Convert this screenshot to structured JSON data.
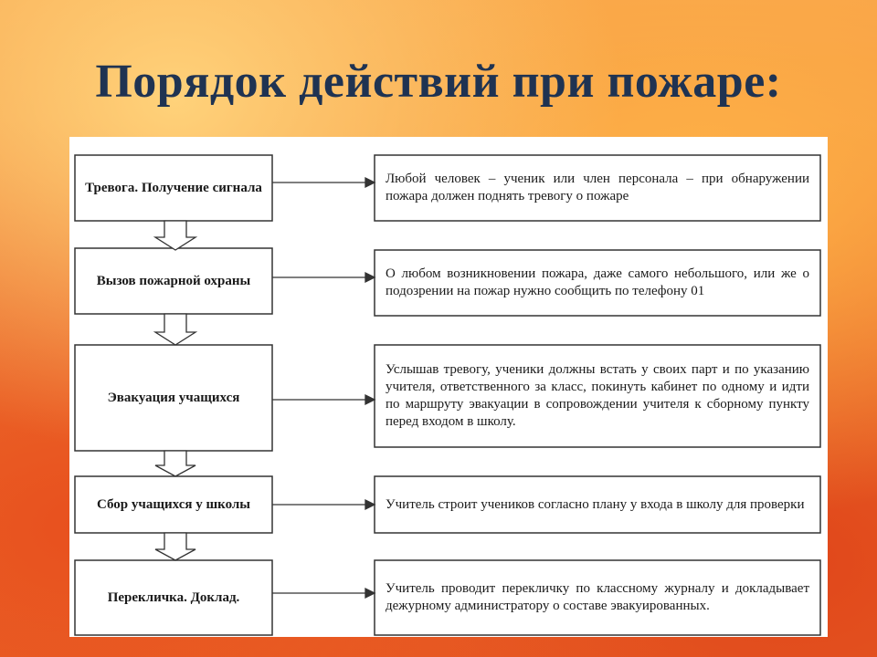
{
  "title": "Порядок действий при пожаре:",
  "steps": [
    {
      "label": "Тревога. Получение сигнала",
      "description": "Любой человек – ученик или член персонала – при обнаружении пожара должен поднять тревогу о пожаре"
    },
    {
      "label": "Вызов пожарной охраны",
      "description": "О любом возникновении пожара, даже самого небольшого, или же о подозрении на пожар нужно сообщить по телефону 01"
    },
    {
      "label": "Эвакуация учащихся",
      "description": "Услышав тревогу, ученики должны встать у своих парт и по указанию учителя, ответственного за класс, покинуть кабинет по одному и идти по маршруту эвакуации  в сопровождении учителя к сборному пункту перед входом в школу."
    },
    {
      "label": "Сбор учащихся у школы",
      "description": "Учитель строит учеников согласно плану у входа в школу для проверки"
    },
    {
      "label": "Перекличка. Доклад.",
      "description": "Учитель проводит перекличку по классному журналу и докладывает дежурному администратору о составе эвакуированных."
    }
  ]
}
